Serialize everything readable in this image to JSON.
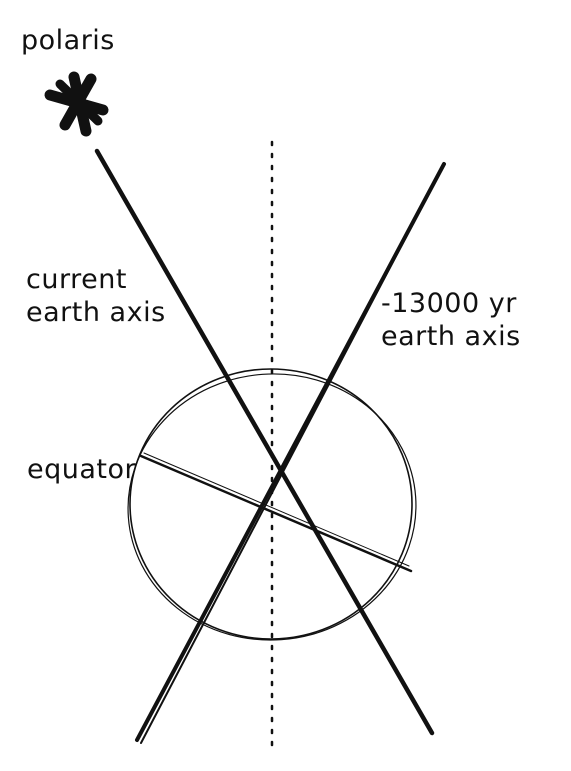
{
  "diagram": {
    "star_label": "polaris",
    "current_axis_label": {
      "line1": "current",
      "line2": "earth axis"
    },
    "past_axis_label": {
      "line1": "-13000 yr",
      "line2": "earth axis"
    },
    "equator_label": "equator"
  },
  "colors": {
    "ink": "#111111",
    "background": "#ffffff"
  },
  "icons": {
    "star": "asterisk-star-icon"
  }
}
